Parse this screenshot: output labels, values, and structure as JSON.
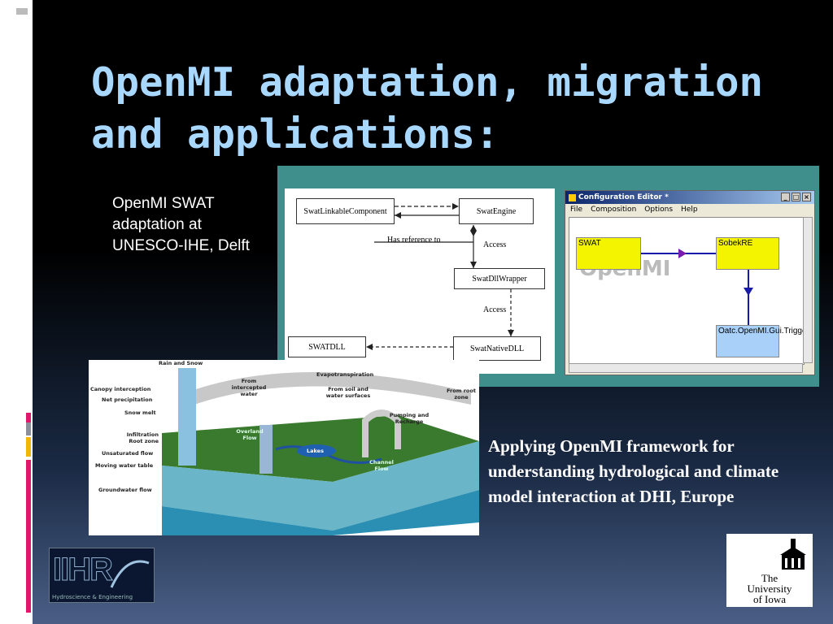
{
  "slide": {
    "title": "OpenMI adaptation, migration and applications:",
    "caption_swat": "OpenMI SWAT adaptation at UNESCO-IHE, Delft",
    "caption_dhi": "Applying OpenMI framework for understanding hydrological and climate model interaction at DHI, Europe",
    "accent_colors": [
      "#e0186c",
      "#f2b700",
      "#8a8f9a",
      "#29a7c9"
    ]
  },
  "uml": {
    "boxes": [
      "SwatLinkableComponent",
      "SwatEngine",
      "SwatDllWrapper",
      "SWATDLL",
      "SwatNativeDLL"
    ],
    "labels": [
      "Has reference to",
      "Access",
      "Access"
    ]
  },
  "config_editor": {
    "window_title": "Configuration Editor *",
    "buttons": [
      "_",
      "□",
      "×"
    ],
    "menu": [
      "File",
      "Composition",
      "Options",
      "Help"
    ],
    "watermark": "OpenMI",
    "nodes": [
      "SWAT",
      "SobekRE",
      "Oatc.OpenMI.Gui.Trigger"
    ]
  },
  "hydro": {
    "labels": [
      "Rain and Snow",
      "Canopy interception",
      "Net precipitation",
      "Snow melt",
      "Infiltration Root zone",
      "Unsaturated flow",
      "Moving water table",
      "Groundwater flow",
      "From intercepted water",
      "Evapotranspiration",
      "From soil and water surfaces",
      "From root zone",
      "Pumping and Recharge",
      "Overland Flow",
      "Lakes",
      "Channel Flow"
    ]
  },
  "logos": {
    "iihr": "IIHR",
    "iihr_sub": "Hydroscience & Engineering",
    "uiowa": [
      "The",
      "University",
      "of Iowa"
    ]
  }
}
